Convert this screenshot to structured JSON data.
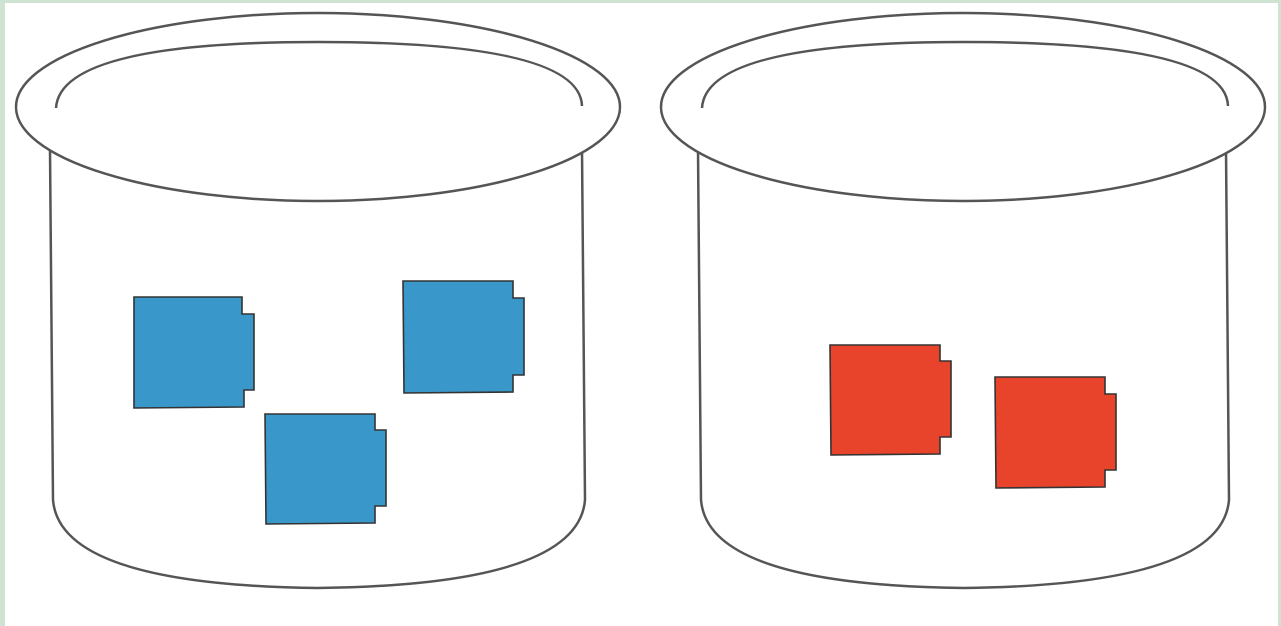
{
  "colors": {
    "frame": "#cfe3d2",
    "pot_stroke": "#555555",
    "pot_fill": "#ffffff",
    "blue_block": "#3a97c9",
    "red_block": "#e8442c"
  },
  "containers": [
    {
      "id": "left-pot",
      "blocks": 3,
      "block_color": "blue"
    },
    {
      "id": "right-pot",
      "blocks": 2,
      "block_color": "red"
    }
  ]
}
